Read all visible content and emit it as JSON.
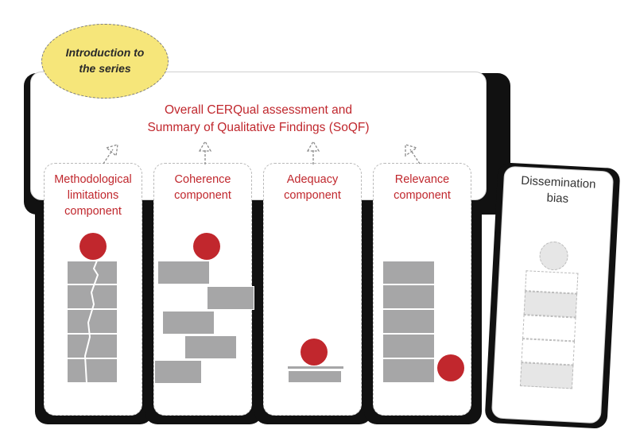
{
  "intro_bubble": {
    "text": "Introduction to the series"
  },
  "overall": {
    "line1": "Overall CERQual assessment and",
    "line2": "Summary of Qualitative Findings (SoQF)"
  },
  "components": [
    {
      "label": "Methodological limitations component"
    },
    {
      "label": "Coherence component"
    },
    {
      "label": "Adequacy component"
    },
    {
      "label": "Relevance component"
    }
  ],
  "dissemination": {
    "label": "Dissemination bias"
  },
  "colors": {
    "accent": "#c1272d",
    "block": "#a6a6a7",
    "shadow": "#111111"
  }
}
